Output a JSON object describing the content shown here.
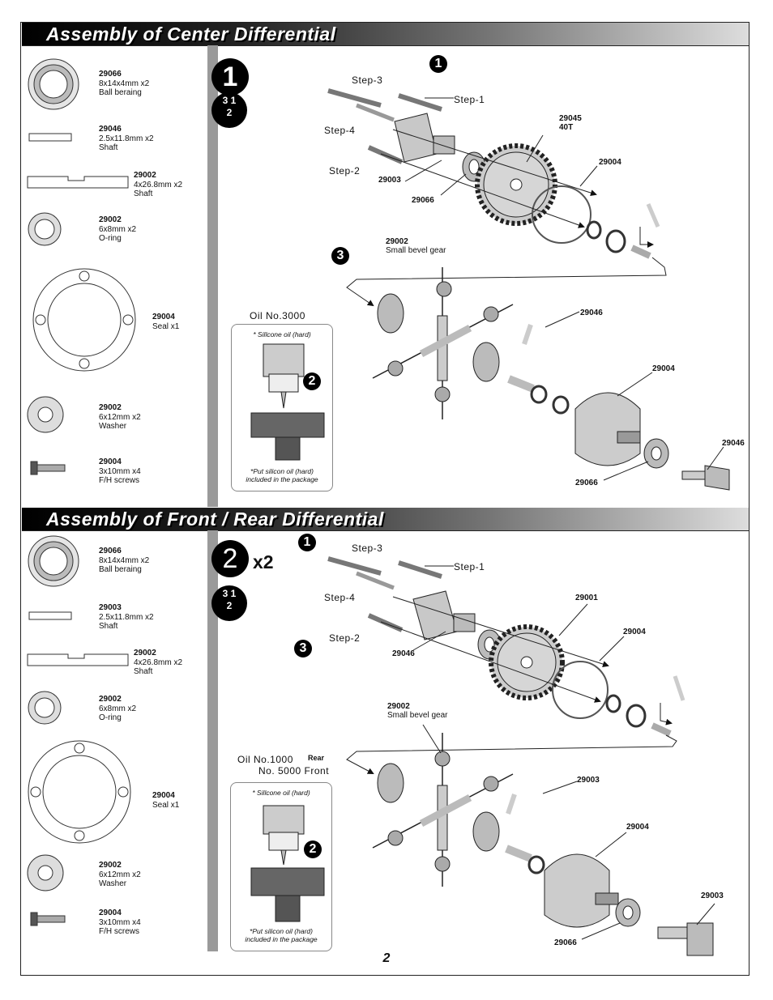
{
  "sections": [
    {
      "title": "Assembly of Center Differential",
      "step_number": "1",
      "parts": [
        {
          "num": "29066",
          "desc": [
            "8x14x4mm x2",
            "Ball beraing"
          ]
        },
        {
          "num": "29046",
          "desc": [
            "2.5x11.8mm x2",
            "Shaft"
          ]
        },
        {
          "num": "29002",
          "desc": [
            "4x26.8mm x2",
            "Shaft"
          ]
        },
        {
          "num": "29002",
          "desc": [
            "6x8mm x2",
            "O-ring"
          ]
        },
        {
          "num": "29004",
          "desc": [
            "Seal x1"
          ]
        },
        {
          "num": "29002",
          "desc": [
            "6x12mm x2",
            "Washer"
          ]
        },
        {
          "num": "29004",
          "desc": [
            "3x10mm x4",
            "F/H screws"
          ]
        }
      ],
      "steps": {
        "s1": "Step-1",
        "s2": "Step-2",
        "s3": "Step-3",
        "s4": "Step-4"
      },
      "oil_label": "Oil  No.3000",
      "oil_box": {
        "top": "* Sillcone oil (hard)",
        "bottom": [
          "*Put silicon oil (hard)",
          "included in the package"
        ]
      },
      "callouts": {
        "gear": "29045",
        "gear_sub": "40T",
        "seal_top": "29004",
        "shaft_a": "29003",
        "bearing_a": "29066",
        "bevel": "29002",
        "bevel_sub": "Small bevel gear",
        "pin": "29046",
        "case": "29004",
        "bearing_b": "29066",
        "outdrive": "29046"
      }
    },
    {
      "title": "Assembly of Front / Rear Differential",
      "step_number": "2",
      "multiplier": "x2",
      "parts": [
        {
          "num": "29066",
          "desc": [
            "8x14x4mm x2",
            "Ball beraing"
          ]
        },
        {
          "num": "29003",
          "desc": [
            "2.5x11.8mm x2",
            "Shaft"
          ]
        },
        {
          "num": "29002",
          "desc": [
            "4x26.8mm x2",
            "Shaft"
          ]
        },
        {
          "num": "29002",
          "desc": [
            "6x8mm x2",
            "O-ring"
          ]
        },
        {
          "num": "29004",
          "desc": [
            "Seal x1"
          ]
        },
        {
          "num": "29002",
          "desc": [
            "6x12mm x2",
            "Washer"
          ]
        },
        {
          "num": "29004",
          "desc": [
            "3x10mm x4",
            "F/H screws"
          ]
        }
      ],
      "steps": {
        "s1": "Step-1",
        "s2": "Step-2",
        "s3": "Step-3",
        "s4": "Step-4"
      },
      "oil_label": "Oil  No.1000",
      "oil_rear": "Rear",
      "oil_front": "No. 5000 Front",
      "oil_box": {
        "top": "* Sillcone oil (hard)",
        "bottom": [
          "*Put silicon oil (hard)",
          "included in the package"
        ]
      },
      "callouts": {
        "gear": "29001",
        "seal_top": "29004",
        "shaft_a": "29046",
        "bevel": "29002",
        "bevel_sub": "Small bevel gear",
        "pin": "29003",
        "case": "29004",
        "bearing_b": "29066",
        "outdrive": "29003"
      }
    }
  ],
  "sub_step_badges": {
    "one": "1",
    "two": "2",
    "three": "3",
    "seq": "3 1",
    "seq2": "2"
  },
  "page_number": "2"
}
